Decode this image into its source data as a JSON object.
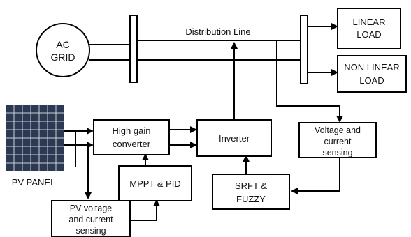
{
  "blocks": {
    "ac_grid": [
      "AC",
      "GRID"
    ],
    "linear_load": [
      "LINEAR",
      "LOAD"
    ],
    "nonlinear_load": [
      "NON LINEAR",
      "LOAD"
    ],
    "high_gain": [
      "High gain",
      "converter"
    ],
    "inverter": "Inverter",
    "vc_sensing": [
      "Voltage and",
      "current",
      "sensing"
    ],
    "mppt_pid": "MPPT & PID",
    "srft_fuzzy": [
      "SRFT &",
      "FUZZY"
    ],
    "pv_sensing": [
      "PV voltage",
      "and current",
      "sensing"
    ]
  },
  "labels": {
    "distribution_line": "Distribution Line",
    "pv_panel": "PV PANEL"
  },
  "colors": {
    "panel_cell": "#2b3a52",
    "panel_grid": "#c9ced6"
  }
}
